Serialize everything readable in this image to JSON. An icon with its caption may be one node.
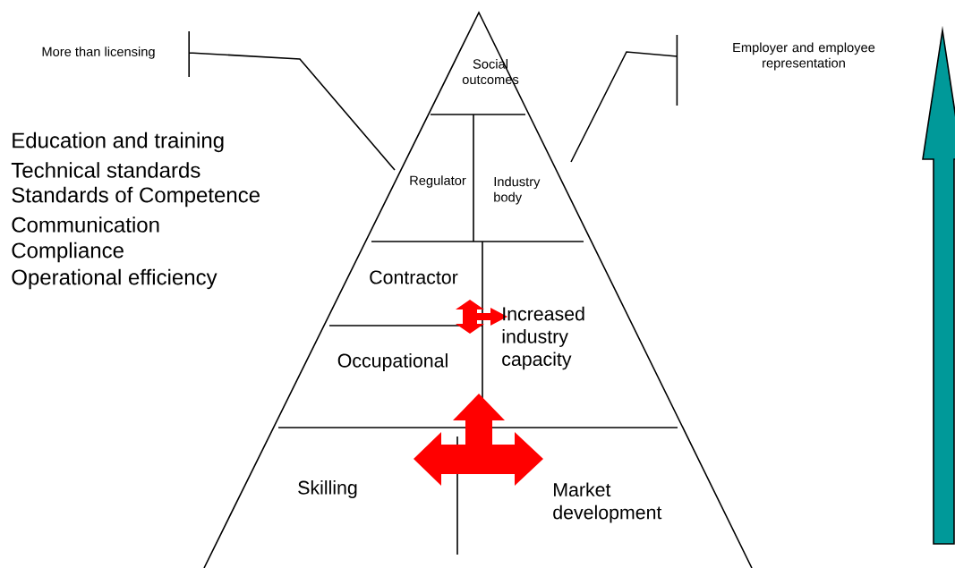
{
  "diagram": {
    "nodes": [
      {
        "text": [
          "More than licensing"
        ]
      },
      {
        "text": [
          "Employer and employee representation"
        ]
      }
    ],
    "edges": [
      {
        "from": 0,
        "to": null,
        "arrow": "none"
      },
      {
        "from": 1,
        "to": null,
        "arrow": "none"
      }
    ],
    "labels": [
      "Social outcomes",
      "Education and training",
      "Technical standards",
      "Standards of Competence",
      "Communication",
      "Compliance",
      "Operational efficiency",
      "Regulator",
      "Industry body",
      "Contractor",
      "Increased industry capacity",
      "Occupational",
      "Skilling",
      "Market development"
    ]
  }
}
